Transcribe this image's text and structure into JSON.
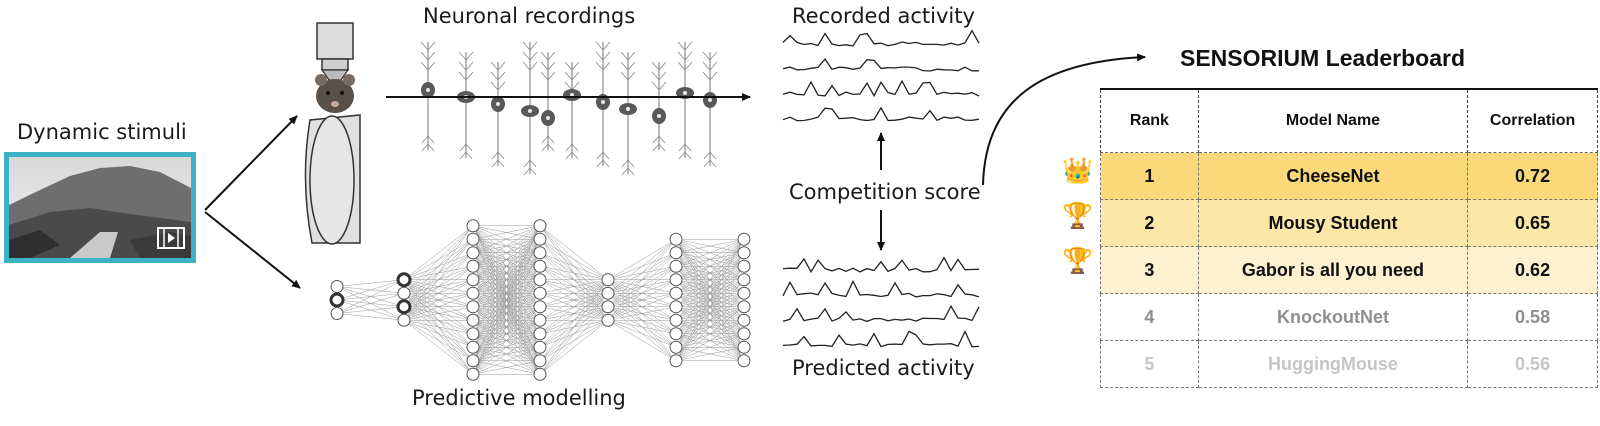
{
  "labels": {
    "dynamic_stimuli": "Dynamic stimuli",
    "neuronal_recordings": "Neuronal recordings",
    "predictive_modelling": "Predictive modelling",
    "recorded_activity": "Recorded activity",
    "competition_score": "Competition score",
    "predicted_activity": "Predicted activity"
  },
  "leaderboard": {
    "title": "SENSORIUM Leaderboard",
    "headers": {
      "rank": "Rank",
      "model": "Model Name",
      "score": "Correlation"
    },
    "rows": [
      {
        "rank": "1",
        "model": "CheeseNet",
        "score": "0.72",
        "icon": "crown-icon"
      },
      {
        "rank": "2",
        "model": "Mousy Student",
        "score": "0.65",
        "icon": "trophy-icon"
      },
      {
        "rank": "3",
        "model": "Gabor is all you need",
        "score": "0.62",
        "icon": "trophy-icon"
      },
      {
        "rank": "4",
        "model": "KnockoutNet",
        "score": "0.58"
      },
      {
        "rank": "5",
        "model": "HuggingMouse",
        "score": "0.56"
      }
    ]
  },
  "colors": {
    "frame_accent": "#3bb3c6",
    "rank1": "#f9d97a",
    "rank2": "#fbe7a8",
    "rank3": "#fdf1cf"
  },
  "network_layers": [
    3,
    4,
    12,
    12,
    4,
    10,
    10
  ]
}
